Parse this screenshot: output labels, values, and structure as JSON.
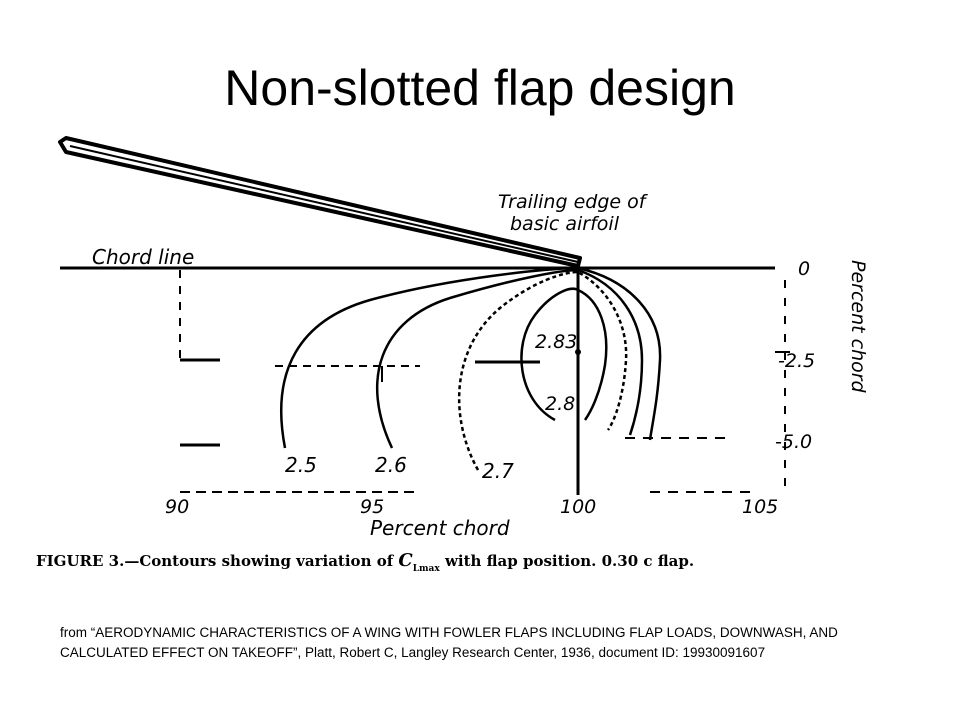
{
  "title": "Non-slotted flap design",
  "figure": {
    "trailing_edge_label_line1": "Trailing edge of",
    "trailing_edge_label_line2": "basic airfoil",
    "chord_line_label": "Chord line",
    "right_axis_label": "Percent chord",
    "right_ticks": [
      "0",
      "-2.5",
      "-5.0"
    ],
    "bottom_axis_label": "Percent chord",
    "bottom_ticks": [
      "90",
      "95",
      "100",
      "105"
    ],
    "contour_labels": [
      "2.5",
      "2.6",
      "2.7",
      "2.8",
      "2.83"
    ],
    "caption_prefix": "FIGURE 3.—Contours showing variation of ",
    "caption_symbol": "C",
    "caption_subscript": "Lmax",
    "caption_suffix": " with flap position.  0.30 c flap."
  },
  "source_note": "from “AERODYNAMIC CHARACTERISTICS OF A WING WITH FOWLER FLAPS INCLUDING FLAP LOADS, DOWNWASH, AND CALCULATED EFFECT ON TAKEOFF”, Platt, Robert C, Langley Research Center, 1936, document ID: 19930091607"
}
